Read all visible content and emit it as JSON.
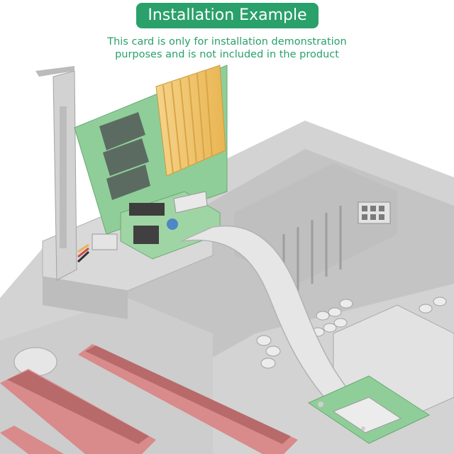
{
  "header": {
    "title": "Installation Example",
    "disclaimer_line1": "This card is only for installation demonstration",
    "disclaimer_line2": "purposes and is not included in the product"
  },
  "colors": {
    "accent_green": "#2aa06a",
    "pcb_green": "#8fce98",
    "heatsink": "#f1c56a",
    "slot_red": "#d98a8a",
    "chassis_gray": "#c9c9c9",
    "ribbon_cable": "#e6e6e6"
  },
  "illustration": {
    "subject": "riser card connected by flat ribbon cable to M.2 adapter on motherboard"
  }
}
